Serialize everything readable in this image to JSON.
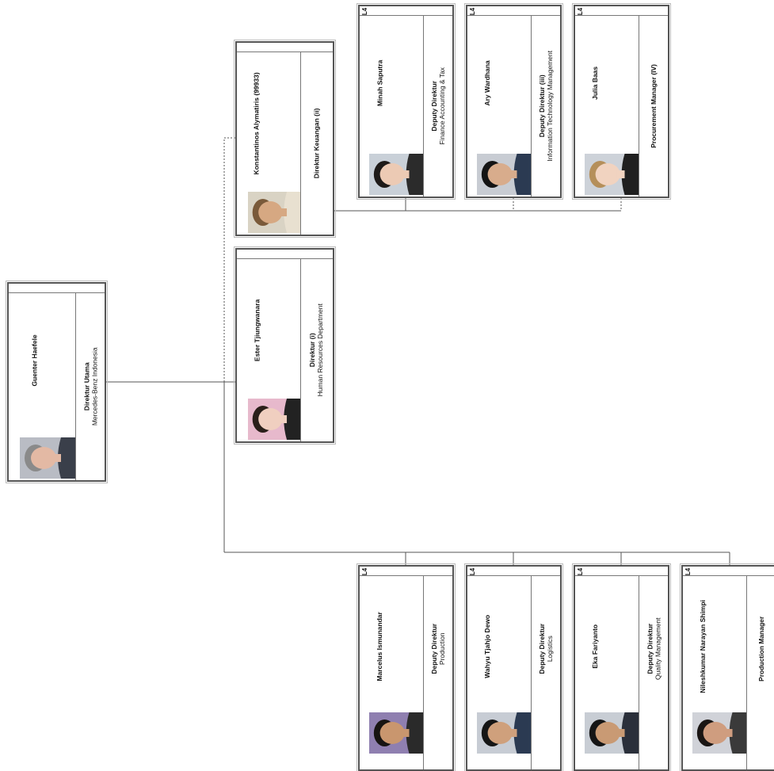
{
  "root": {
    "name": "Guenter Haefele",
    "role": "Direktur Utama",
    "dept": "Mercedes-Benz Indonesia",
    "photo": {
      "bg": "#b9bcc4",
      "skin": "#e3b9a4",
      "hair": "#8a8a8a",
      "suit": "#3a3f4a"
    }
  },
  "directors": [
    {
      "id": "keuangan",
      "name": "Konstantinos Alymatiris (99933)",
      "role": "Direktur Keuangan (ii)",
      "dept": "",
      "photo": {
        "bg": "#d9d3c4",
        "skin": "#d6a882",
        "hair": "#7a5a3a",
        "suit": "#e8e0d0"
      }
    },
    {
      "id": "hr",
      "name": "Ester Tjiungwanara",
      "role": "Direktur (i)",
      "dept": "Human Resources Department",
      "photo": {
        "bg": "#e7b9cc",
        "skin": "#f0cfc0",
        "hair": "#2a1f1a",
        "suit": "#222222"
      }
    }
  ],
  "finance_reports": [
    {
      "level": "L4",
      "name": "Minah Saputra",
      "role": "Deputy Direktur",
      "dept": "Finance Accounting & Tax",
      "photo": {
        "bg": "#c9d0d8",
        "skin": "#eccab4",
        "hair": "#1e1a18",
        "suit": "#2b2b2b"
      }
    },
    {
      "level": "L4",
      "name": "Ary Wardhana",
      "role": "Deputy Direktur (iii)",
      "dept": "Information Technology Management",
      "photo": {
        "bg": "#c8ccd3",
        "skin": "#d8ac8c",
        "hair": "#141414",
        "suit": "#2b3a52"
      }
    },
    {
      "level": "L4",
      "name": "Julia Baas",
      "role": "Procurement Manager (IV)",
      "dept": "",
      "photo": {
        "bg": "#cdd2d9",
        "skin": "#f1d3c0",
        "hair": "#b58f5a",
        "suit": "#1f1f1f"
      }
    }
  ],
  "operations_reports": [
    {
      "level": "L4",
      "name": "Marcelus Ismunandar",
      "role": "Deputy Direktur",
      "dept": "Production",
      "photo": {
        "bg": "#8f7fb0",
        "skin": "#c9966e",
        "hair": "#171412",
        "suit": "#2a2a2a"
      }
    },
    {
      "level": "L4",
      "name": "Wahyu Tjahjo Dewo",
      "role": "Deputy Direktur",
      "dept": "Logistics",
      "photo": {
        "bg": "#c7ccd4",
        "skin": "#cfa07c",
        "hair": "#151515",
        "suit": "#2b3a52"
      }
    },
    {
      "level": "L4",
      "name": "Eka Fariyanto",
      "role": "Deputy Direktur",
      "dept": "Quality Management",
      "photo": {
        "bg": "#c8cdd4",
        "skin": "#c99a74",
        "hair": "#151515",
        "suit": "#2a2f3a"
      }
    },
    {
      "level": "L4",
      "name": "Nileshkumar Narayan Shimpi",
      "role": "Production Manager",
      "dept": "",
      "photo": {
        "bg": "#d0d2d8",
        "skin": "#cf9d7f",
        "hair": "#1a1614",
        "suit": "#3a3a3a"
      }
    }
  ],
  "colors": {
    "border": "#555555",
    "connector": "#555555"
  }
}
